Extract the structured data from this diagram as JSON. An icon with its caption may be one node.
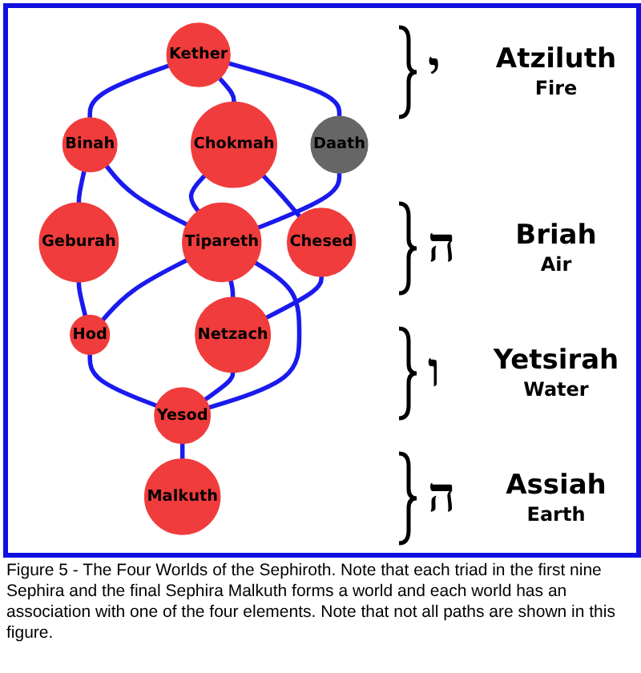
{
  "diagram": {
    "caption": "Figure 5 - The Four Worlds of the Sephiroth. Note that each triad in the first nine Sephira and the final Sephira Malkuth forms a world and each world has an association with one of the four elements. Note that not all paths are shown in this figure.",
    "nodes": [
      {
        "text": [
          "Kether"
        ]
      },
      {
        "text": [
          "Binah"
        ]
      },
      {
        "text": [
          "Chokmah"
        ]
      },
      {
        "text": [
          "Daath"
        ]
      },
      {
        "text": [
          "Geburah"
        ]
      },
      {
        "text": [
          "Chesed"
        ]
      },
      {
        "text": [
          "Tipareth"
        ]
      },
      {
        "text": [
          "Hod"
        ]
      },
      {
        "text": [
          "Netzach"
        ]
      },
      {
        "text": [
          "Yesod"
        ]
      },
      {
        "text": [
          "Malkuth"
        ]
      }
    ],
    "edges": [
      {
        "from": 0,
        "to": 1,
        "arrow": "none"
      },
      {
        "from": 0,
        "to": 2,
        "arrow": "none"
      },
      {
        "from": 0,
        "to": 3,
        "arrow": "none"
      },
      {
        "from": 1,
        "to": 4,
        "arrow": "none"
      },
      {
        "from": 1,
        "to": 6,
        "arrow": "none"
      },
      {
        "from": 2,
        "to": 6,
        "arrow": "none"
      },
      {
        "from": 2,
        "to": 5,
        "arrow": "none"
      },
      {
        "from": 3,
        "to": 6,
        "arrow": "none"
      },
      {
        "from": 4,
        "to": 7,
        "arrow": "none"
      },
      {
        "from": 5,
        "to": 8,
        "arrow": "none"
      },
      {
        "from": 6,
        "to": 7,
        "arrow": "none"
      },
      {
        "from": 6,
        "to": 8,
        "arrow": "none"
      },
      {
        "from": 6,
        "to": 9,
        "arrow": "none"
      },
      {
        "from": 7,
        "to": 9,
        "arrow": "none"
      },
      {
        "from": 8,
        "to": 9,
        "arrow": "none"
      },
      {
        "from": 9,
        "to": 10,
        "arrow": "none"
      }
    ],
    "labels": [
      "י",
      "Atziluth",
      "Fire",
      "ה",
      "Briah",
      "Air",
      "ו",
      "Yetsirah",
      "Water",
      "ה",
      "Assiah",
      "Earth"
    ]
  }
}
